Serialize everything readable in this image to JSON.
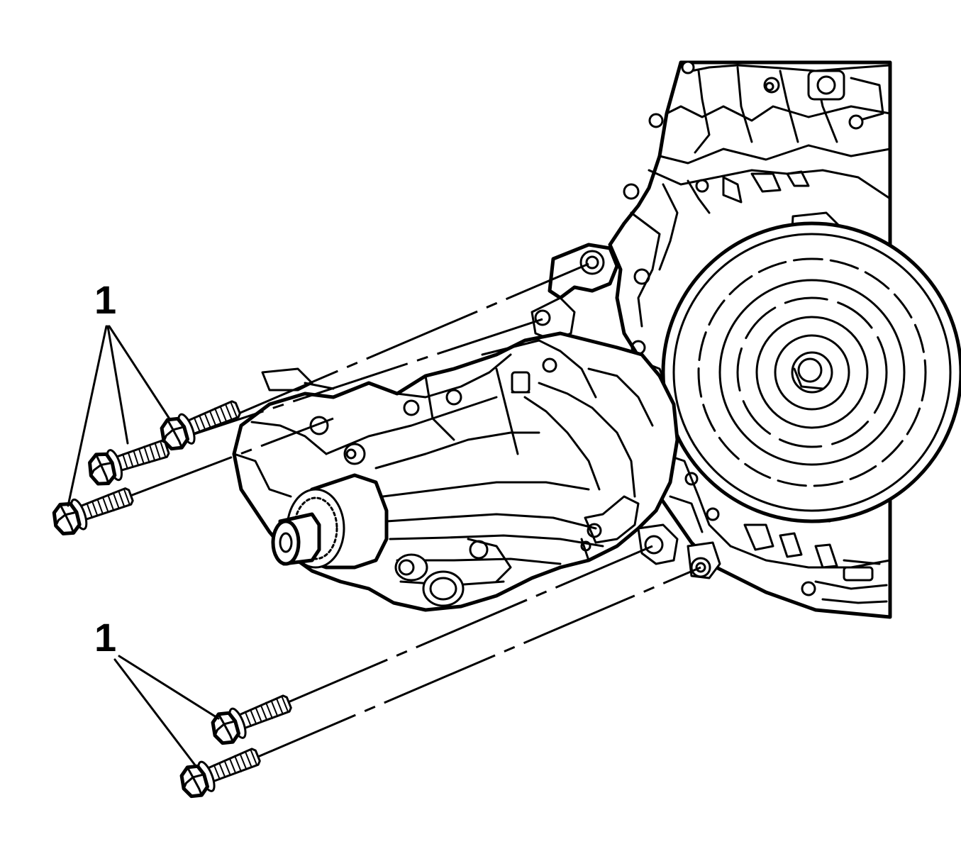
{
  "diagram": {
    "callouts": [
      {
        "id": "callout-upper",
        "label": "1",
        "targets": 3
      },
      {
        "id": "callout-lower",
        "label": "1",
        "targets": 2
      }
    ],
    "components": [
      "transmission-housing",
      "torque-converter",
      "transfer-case",
      "bolt"
    ],
    "colors": {
      "ink": "#000000",
      "paper": "#ffffff"
    }
  }
}
